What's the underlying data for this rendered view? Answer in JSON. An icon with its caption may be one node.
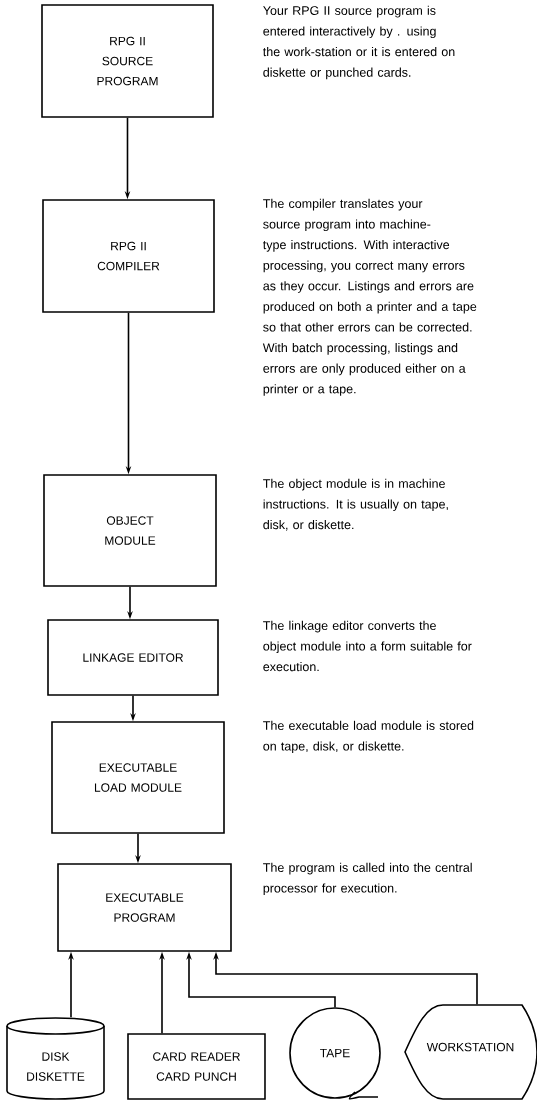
{
  "diagram": {
    "nodes": [
      {
        "text": [
          "RPG II SOURCE PROGRAM"
        ],
        "beside": [
          "Your RPG II source program is entered interactively by . using the work-station or it is entered on diskette or punched cards."
        ]
      },
      {
        "text": [
          "RPG II COMPILER"
        ],
        "beside": [
          "The compiler translates your source program into machine-type instructions. With interactive processing, you correct many errors as they occur. Listings and errors are produced on both a printer and a tape so that other errors can be corrected. With batch processing, listings and errors are only produced either on a printer or a tape."
        ]
      },
      {
        "text": [
          "OBJECT MODULE"
        ],
        "beside": [
          "The object module is in machine instructions. It is usually on tape, disk, or diskette."
        ]
      },
      {
        "text": [
          "LINKAGE EDITOR"
        ],
        "beside": [
          "The linkage editor converts the object module into a form suitable for execution."
        ]
      },
      {
        "text": [
          "EXECUTABLE LOAD MODULE"
        ],
        "beside": [
          "The executable load module is stored on tape, disk, or diskette."
        ]
      },
      {
        "text": [
          "EXECUTABLE PROGRAM"
        ],
        "beside": [
          "The program is called into the central processor for execution."
        ]
      },
      {
        "text": [
          "DISK DISKETTE"
        ]
      },
      {
        "text": [
          "CARD READER CARD PUNCH"
        ]
      },
      {
        "text": [
          "TAPE"
        ]
      },
      {
        "text": [
          "WORKSTATION"
        ]
      }
    ],
    "edges": [
      {
        "from": 0,
        "to": 1,
        "arrow": "to"
      },
      {
        "from": 1,
        "to": 2,
        "arrow": "to"
      },
      {
        "from": 2,
        "to": 3,
        "arrow": "to"
      },
      {
        "from": 3,
        "to": 4,
        "arrow": "to"
      },
      {
        "from": 4,
        "to": 5,
        "arrow": "to"
      },
      {
        "from": 6,
        "to": 5,
        "arrow": "to"
      },
      {
        "from": 7,
        "to": 5,
        "arrow": "to"
      },
      {
        "from": 8,
        "to": 5,
        "arrow": "to"
      },
      {
        "from": 9,
        "to": 5,
        "arrow": "to"
      }
    ]
  }
}
